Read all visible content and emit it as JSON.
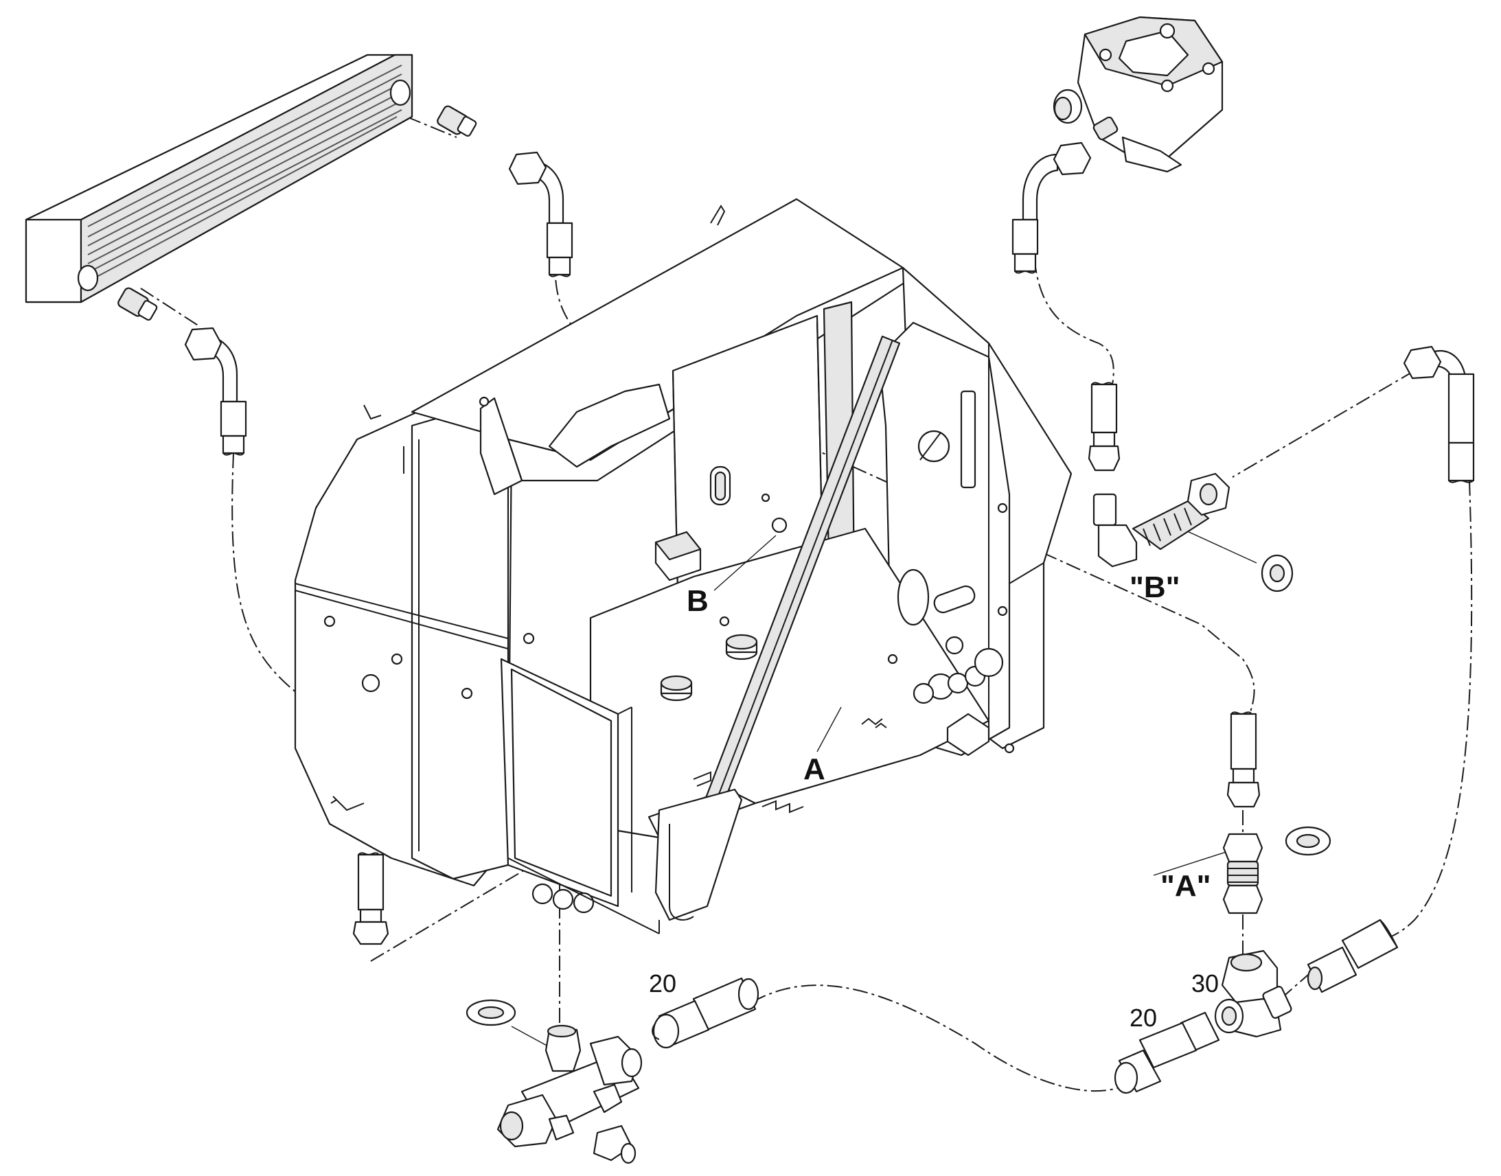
{
  "diagram": {
    "labels": {
      "point_b": "B",
      "point_a": "A",
      "detail_b": "\"B\"",
      "detail_a": "\"A\"",
      "callout_20_left": "20",
      "callout_20_right": "20",
      "callout_30": "30"
    }
  }
}
